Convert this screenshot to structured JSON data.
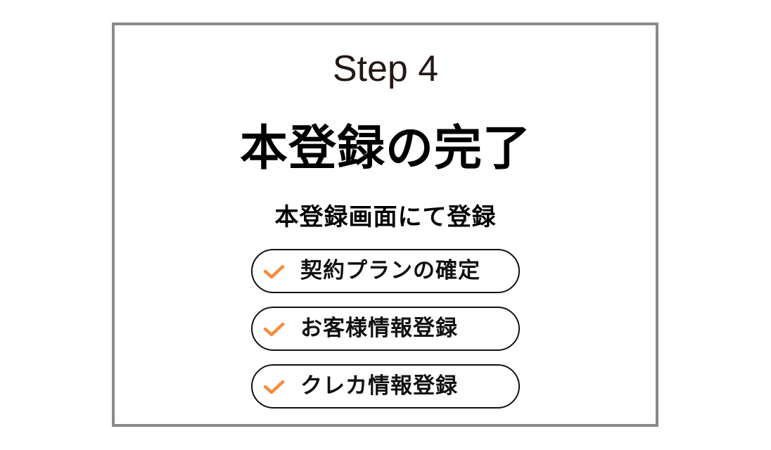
{
  "step": {
    "label": "Step 4"
  },
  "title": "本登録の完了",
  "subtitle": "本登録画面にて登録",
  "checklist": {
    "items": [
      {
        "label": "契約プランの確定",
        "icon": "check-icon"
      },
      {
        "label": "お客様情報登録",
        "icon": "check-icon"
      },
      {
        "label": "クレカ情報登録",
        "icon": "check-icon"
      }
    ]
  },
  "colors": {
    "frame_border": "#8a8a8a",
    "step_text": "#231815",
    "title_text": "#000000",
    "check_accent": "#f68b3e",
    "pill_border": "#111111"
  }
}
